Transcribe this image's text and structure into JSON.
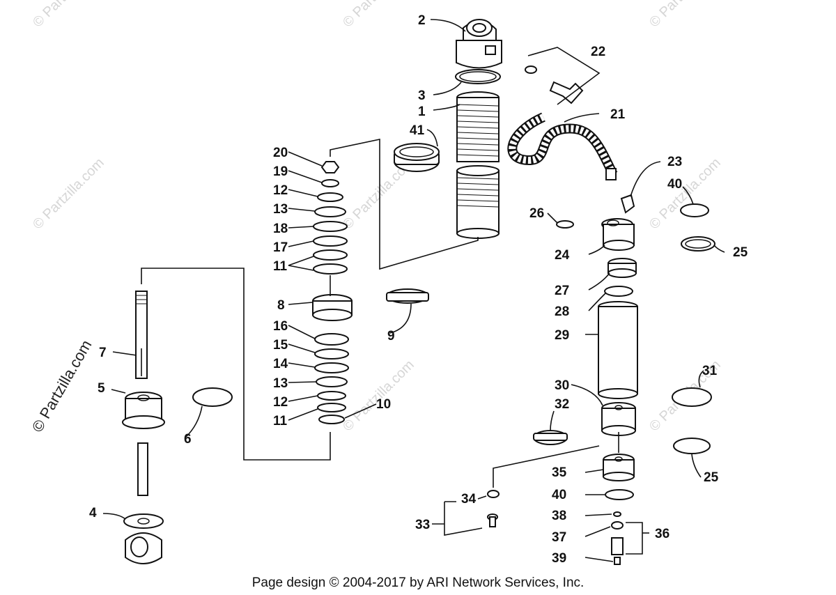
{
  "watermark": "© Partzilla.com",
  "footer": "Page design © 2004-2017 by ARI Network Services, Inc.",
  "callouts": [
    "1",
    "2",
    "3",
    "4",
    "5",
    "6",
    "7",
    "8",
    "9",
    "10",
    "11",
    "11",
    "12",
    "12",
    "13",
    "13",
    "14",
    "15",
    "16",
    "17",
    "18",
    "19",
    "20",
    "21",
    "22",
    "23",
    "24",
    "25",
    "25",
    "26",
    "27",
    "28",
    "29",
    "30",
    "31",
    "32",
    "33",
    "34",
    "35",
    "36",
    "37",
    "38",
    "39",
    "40",
    "40",
    "41"
  ]
}
